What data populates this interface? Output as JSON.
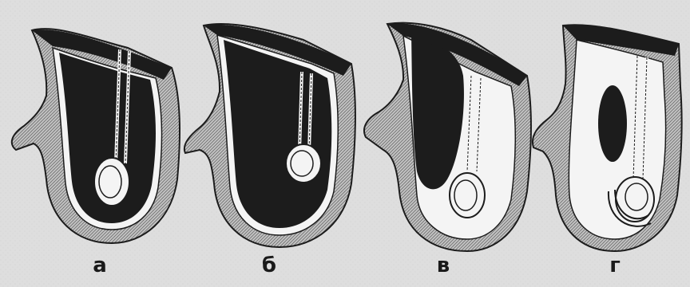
{
  "panels": [
    {
      "label": "а"
    },
    {
      "label": "б"
    },
    {
      "label": "в"
    },
    {
      "label": "г"
    }
  ],
  "colors": {
    "background": "#dcdcdc",
    "tissue_fill": "#c2c2c2",
    "hatch": "#6a6a6a",
    "ink": "#1c1c1c",
    "membrane": "#f4f4f4"
  }
}
